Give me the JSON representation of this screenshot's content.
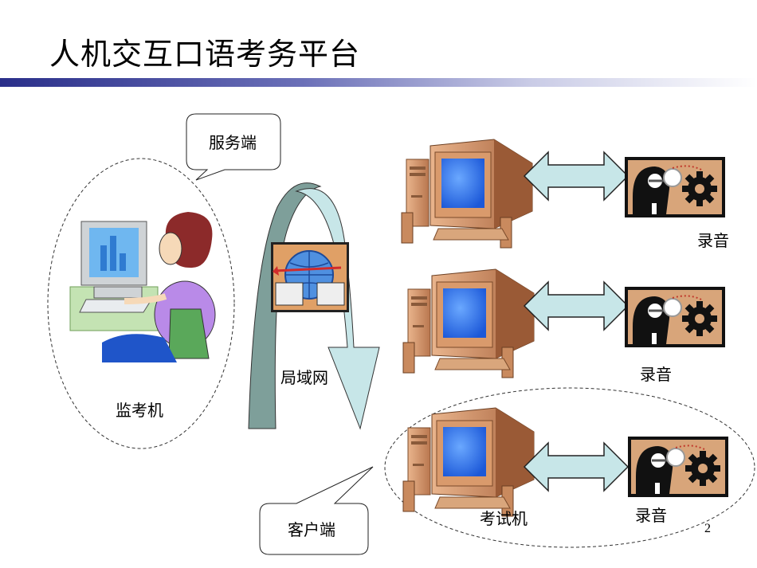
{
  "slide": {
    "title": "人机交互口语考务平台",
    "page_number": "2"
  },
  "diagram": {
    "server_callout": "服务端",
    "monitor_label": "监考机",
    "network_label": "局域网",
    "recording_labels": [
      "录音",
      "录音",
      "录音"
    ],
    "exam_machine_label": "考试机",
    "client_callout": "客户端"
  }
}
